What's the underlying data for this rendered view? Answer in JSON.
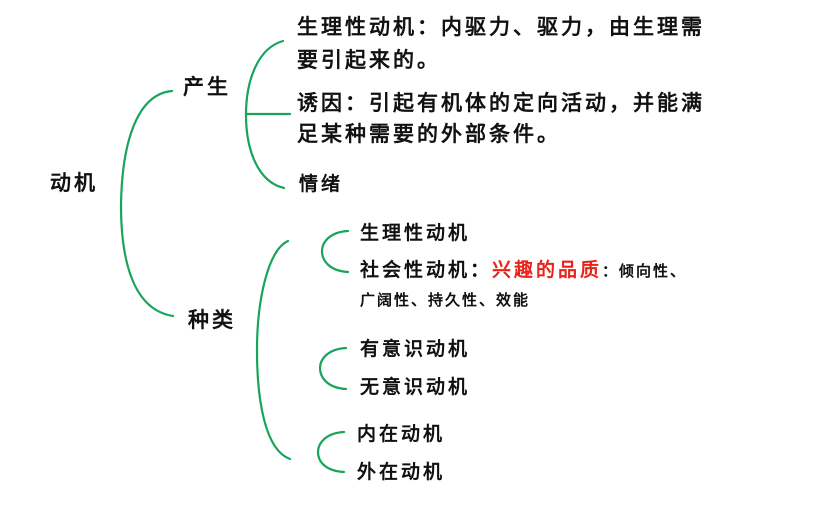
{
  "colors": {
    "line": "#19a45a",
    "text": "#111111",
    "highlight": "#e8231c"
  },
  "root": {
    "label": "动机"
  },
  "branches": [
    {
      "label": "产生",
      "children": [
        {
          "lines": [
            "生理性动机：内驱力、驱力，由生理需",
            "要引起来的。"
          ]
        },
        {
          "lines": [
            "诱因：引起有机体的定向活动，并能满",
            "足某种需要的外部条件。"
          ]
        },
        {
          "lines": [
            "情绪"
          ]
        }
      ]
    },
    {
      "label": "种类",
      "groups": [
        {
          "items": [
            {
              "label": "生理性动机"
            },
            {
              "label": "社会性动机：",
              "highlight": "兴趣的品质",
              "after": "：倾向性、",
              "continuation": "广阔性、持久性、效能"
            }
          ]
        },
        {
          "items": [
            {
              "label": "有意识动机"
            },
            {
              "label": "无意识动机"
            }
          ]
        },
        {
          "items": [
            {
              "label": "内在动机"
            },
            {
              "label": "外在动机"
            }
          ]
        }
      ]
    }
  ]
}
